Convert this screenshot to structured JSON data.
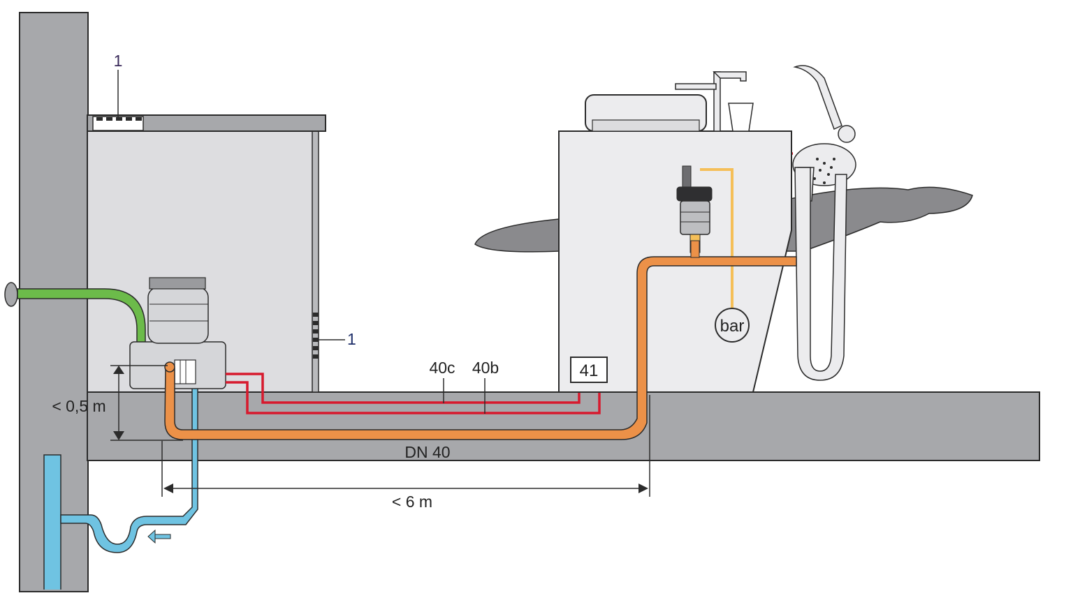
{
  "labels": {
    "callout_1_top": "1",
    "callout_1_side": "1",
    "cable_40c": "40c",
    "cable_40b": "40b",
    "box_41": "41",
    "bar": "bar",
    "pipe_dn": "DN 40",
    "height_limit": "< 0,5 m",
    "length_limit": "< 6 m"
  },
  "colors": {
    "wall": "#a7a8ab",
    "cabinet": "#dddde0",
    "outline": "#2b2b2b",
    "drain_orange": "#ec9148",
    "cable_red": "#d7192d",
    "water_blue": "#6fc3e2",
    "inlet_green": "#6cbb4a",
    "signal_yellow": "#f5bf58",
    "dental_chair": "#8a8a8d"
  },
  "icons": {
    "pump": "pump-unit-icon",
    "separator": "separator-valve-icon",
    "arrow": "flow-arrow-icon",
    "faucet": "faucet-icon",
    "cup": "cup-icon",
    "handpiece": "handpiece-icon"
  }
}
